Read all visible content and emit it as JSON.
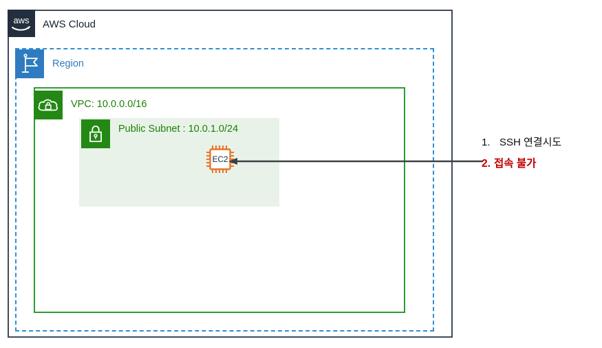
{
  "diagram": {
    "title": "AWS Cloud SSH connection failure diagram",
    "containers": {
      "aws_cloud": {
        "label": "AWS Cloud",
        "icon": "aws-logo-icon",
        "border_color": "#3F4B5B",
        "border_style": "solid"
      },
      "region": {
        "label": "Region",
        "icon": "region-flag-icon",
        "border_color": "#2E8FD4",
        "border_style": "dashed",
        "icon_bg": "#2E7CBF",
        "label_color": "#2E7CBF"
      },
      "vpc": {
        "label": "VPC: 10.0.0.0/16",
        "icon": "vpc-cloud-lock-icon",
        "border_color": "#2C9C2C",
        "border_style": "solid",
        "icon_bg": "#248814",
        "label_color": "#1D8102"
      },
      "subnet": {
        "label": "Public Subnet : 10.0.1.0/24",
        "icon": "subnet-lock-icon",
        "fill_color": "#E8F2E8",
        "icon_bg": "#248814",
        "label_color": "#1D8102"
      }
    },
    "resources": [
      {
        "name": "ec2-instance",
        "label": "EC2",
        "icon": "ec2-chip-icon",
        "outline_color": "#E8762D",
        "text_color": "#1B2A3D"
      }
    ],
    "connector": {
      "name": "ssh-attempt-arrow",
      "direction": "right-to-left",
      "color": "#3F4044",
      "target": "EC2"
    },
    "annotations": [
      {
        "number": "1.",
        "text": "SSH 연결시도",
        "color": "#0D0D0D",
        "bold": false
      },
      {
        "number": "2.",
        "text": "접속 불가",
        "color": "#C00000",
        "bold": true
      }
    ]
  }
}
